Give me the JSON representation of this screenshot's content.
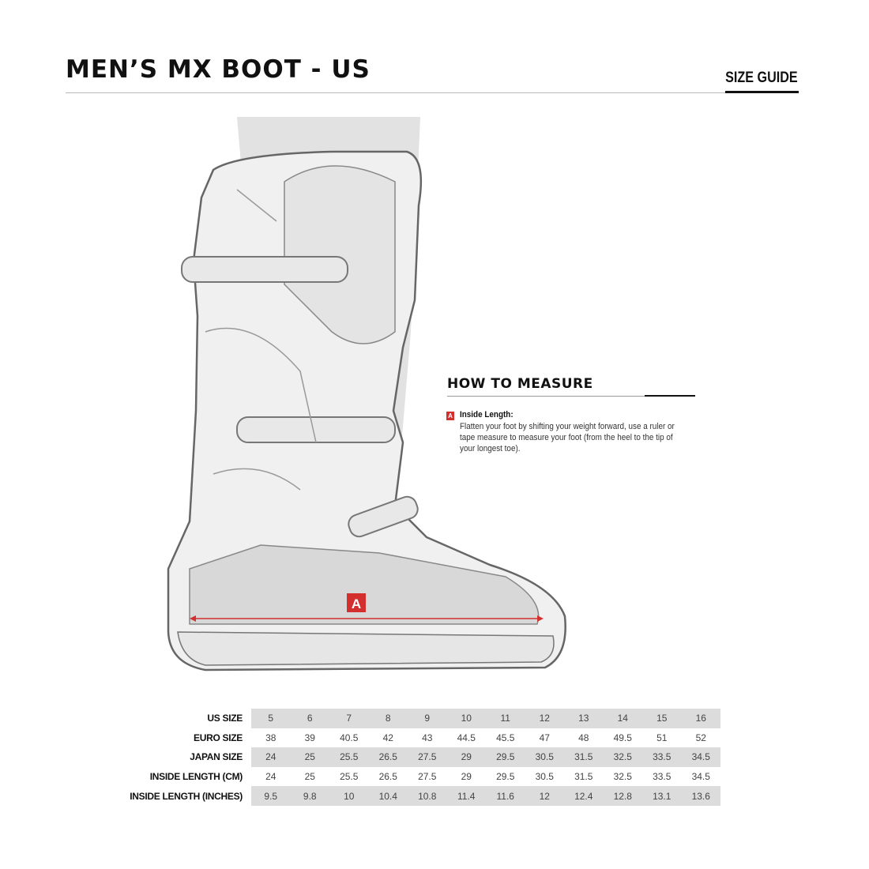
{
  "header": {
    "title": "MEN’S MX BOOT - US",
    "guide_label": "SIZE GUIDE"
  },
  "illustration": {
    "marker": "A",
    "accent_color": "#d32f2f"
  },
  "how_to_measure": {
    "title": "HOW TO MEASURE",
    "badge": "A",
    "label": "Inside Length:",
    "text": "Flatten your foot by shifting your weight forward, use a ruler or tape measure to measure your foot (from the heel to the tip of your longest toe)."
  },
  "size_table": {
    "rows": [
      {
        "label": "US SIZE",
        "values": [
          "5",
          "6",
          "7",
          "8",
          "9",
          "10",
          "11",
          "12",
          "13",
          "14",
          "15",
          "16"
        ]
      },
      {
        "label": "EURO SIZE",
        "values": [
          "38",
          "39",
          "40.5",
          "42",
          "43",
          "44.5",
          "45.5",
          "47",
          "48",
          "49.5",
          "51",
          "52"
        ]
      },
      {
        "label": "JAPAN SIZE",
        "values": [
          "24",
          "25",
          "25.5",
          "26.5",
          "27.5",
          "29",
          "29.5",
          "30.5",
          "31.5",
          "32.5",
          "33.5",
          "34.5"
        ]
      },
      {
        "label": "INSIDE LENGTH (CM)",
        "values": [
          "24",
          "25",
          "25.5",
          "26.5",
          "27.5",
          "29",
          "29.5",
          "30.5",
          "31.5",
          "32.5",
          "33.5",
          "34.5"
        ]
      },
      {
        "label": "INSIDE LENGTH (INCHES)",
        "values": [
          "9.5",
          "9.8",
          "10",
          "10.4",
          "10.8",
          "11.4",
          "11.6",
          "12",
          "12.4",
          "12.8",
          "13.1",
          "13.6"
        ]
      }
    ]
  }
}
